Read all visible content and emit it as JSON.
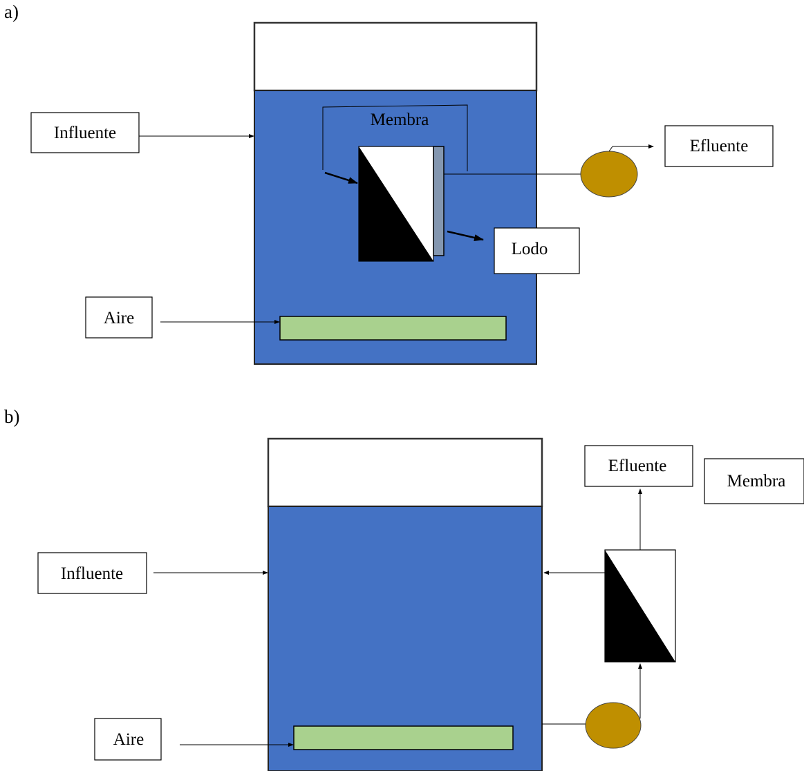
{
  "colors": {
    "water": "#4472C4",
    "tank_border": "#222222",
    "aerator": "#A9D18E",
    "pump": "#BF8F00",
    "membrane_plate": "#8497B0"
  },
  "diagram_a": {
    "part_label": "a)",
    "influent_label": "Influente",
    "effluent_label": "Efluente",
    "membrane_label": "Membra",
    "sludge_label": "Lodo",
    "air_label": "Aire"
  },
  "diagram_b": {
    "part_label": "b)",
    "influent_label": "Influente",
    "effluent_label": "Efluente",
    "membrane_label": "Membra",
    "air_label": "Aire"
  }
}
